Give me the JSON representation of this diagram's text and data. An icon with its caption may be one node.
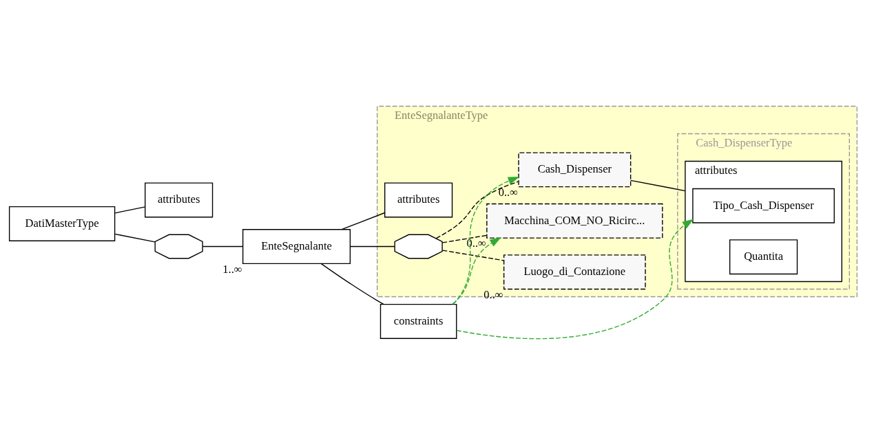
{
  "diagram": {
    "nodes": [
      {
        "text": [
          "DatiMasterType"
        ]
      },
      {
        "text": [
          "attributes"
        ]
      },
      {
        "text": [],
        "shape": "octagon"
      },
      {
        "text": [
          "EnteSegnalante"
        ],
        "beside": [
          "1..∞"
        ]
      },
      {
        "text": [
          "EnteSegnalanteType"
        ]
      },
      {
        "text": [
          "attributes"
        ],
        "in": 4
      },
      {
        "text": [],
        "shape": "octagon",
        "in": 4
      },
      {
        "text": [
          "Luogo_di_Contazione"
        ],
        "beside": [
          "0..∞"
        ],
        "in": 4
      },
      {
        "text": [
          "Macchina_COM_NO_Ricirc..."
        ],
        "beside": [
          "0..∞"
        ],
        "in": 4
      },
      {
        "text": [
          "Cash_Dispenser"
        ],
        "beside": [
          "0..∞"
        ],
        "in": 4
      },
      {
        "text": [
          "Cash_DispenserType"
        ],
        "in": 4
      },
      {
        "text": [
          "attributes"
        ],
        "in": 10
      },
      {
        "text": [
          "Tipo_Cash_Dispenser"
        ],
        "in": 11
      },
      {
        "text": [
          "Quantita"
        ],
        "in": 11
      },
      {
        "text": [
          "constraints"
        ]
      }
    ],
    "edges": [
      {
        "from": 0,
        "to": 1,
        "arrow": "none"
      },
      {
        "from": 0,
        "to": 2,
        "arrow": "none"
      },
      {
        "from": 2,
        "to": 3,
        "arrow": "none"
      },
      {
        "from": 3,
        "to": 5,
        "arrow": "none"
      },
      {
        "from": 3,
        "to": 6,
        "arrow": "none"
      },
      {
        "from": 3,
        "to": 14,
        "arrow": "none"
      },
      {
        "from": 6,
        "to": 7,
        "arrow": "none",
        "style": "dashed"
      },
      {
        "from": 6,
        "to": 8,
        "arrow": "none",
        "style": "dashed"
      },
      {
        "from": 6,
        "to": 9,
        "arrow": "none",
        "style": "dashed"
      },
      {
        "from": 9,
        "to": 11,
        "arrow": "none"
      },
      {
        "from": 14,
        "to": 8,
        "arrow": "to",
        "style": "dashed",
        "color": "#33aa33"
      },
      {
        "from": 14,
        "to": 9,
        "arrow": "to",
        "style": "dashed",
        "color": "#33aa33"
      },
      {
        "from": 14,
        "to": 12,
        "arrow": "to",
        "style": "dashed",
        "color": "#33aa33"
      }
    ]
  }
}
